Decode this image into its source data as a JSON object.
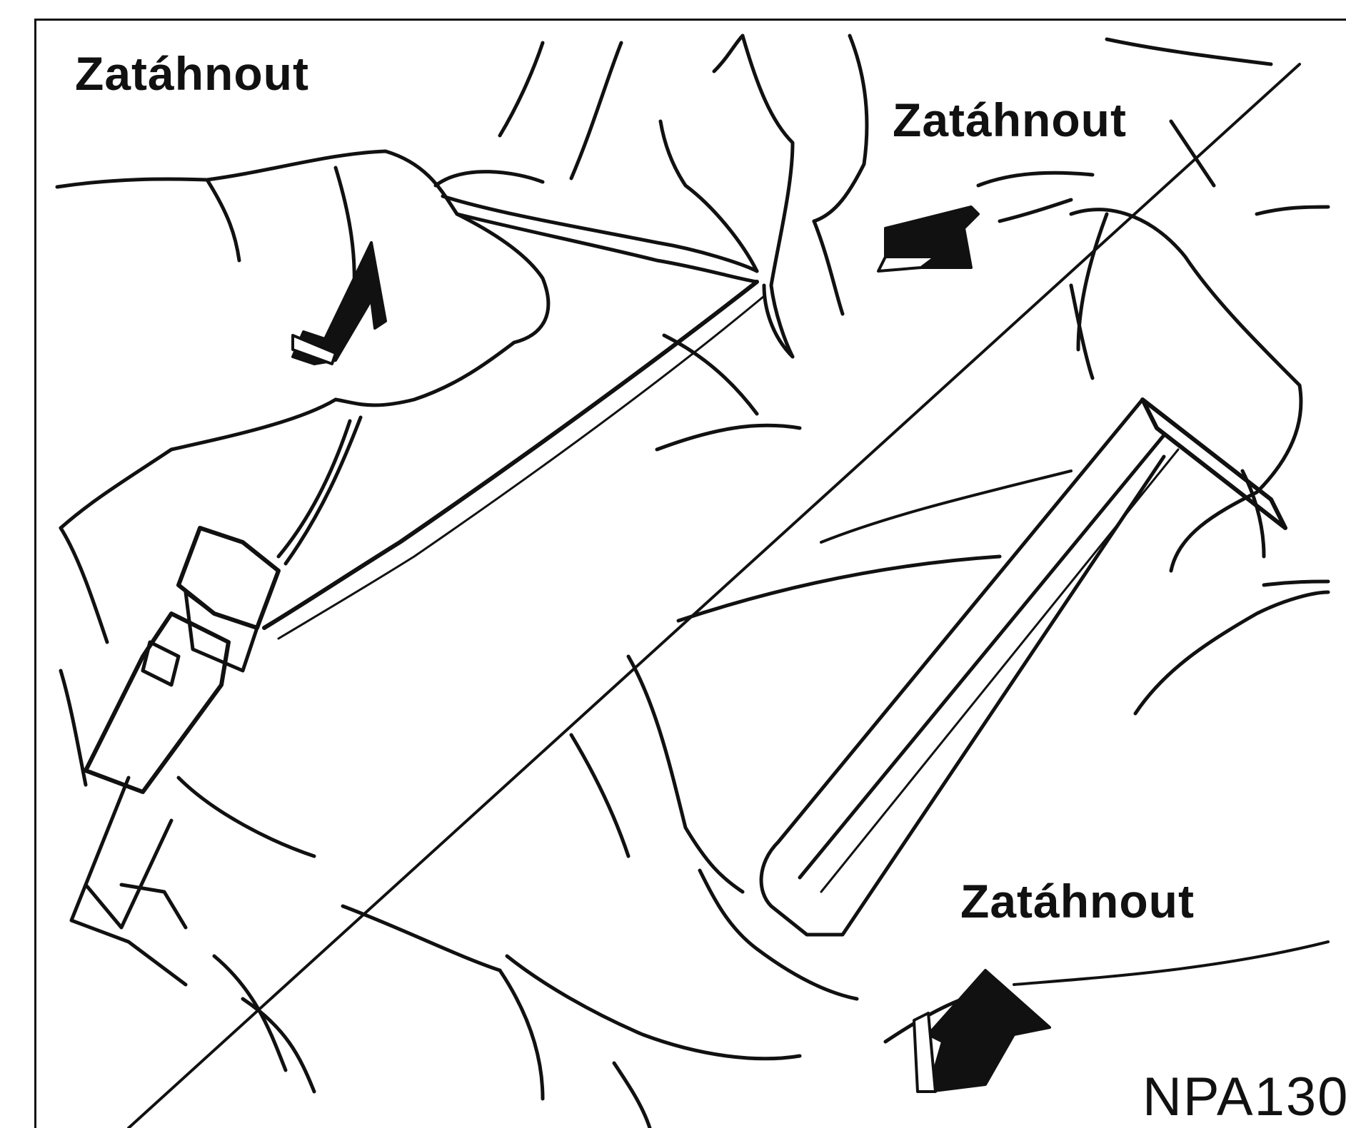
{
  "figure": {
    "labels": {
      "pull_top_left": "Zatáhnout",
      "pull_top_right": "Zatáhnout",
      "pull_bottom_right": "Zatáhnout"
    },
    "code": "NPA130"
  },
  "colors": {
    "ink": "#111111",
    "paper": "#ffffff"
  },
  "icons": [
    "arrow-up-left-icon",
    "arrow-up-right-icon",
    "arrow-down-left-icon"
  ]
}
